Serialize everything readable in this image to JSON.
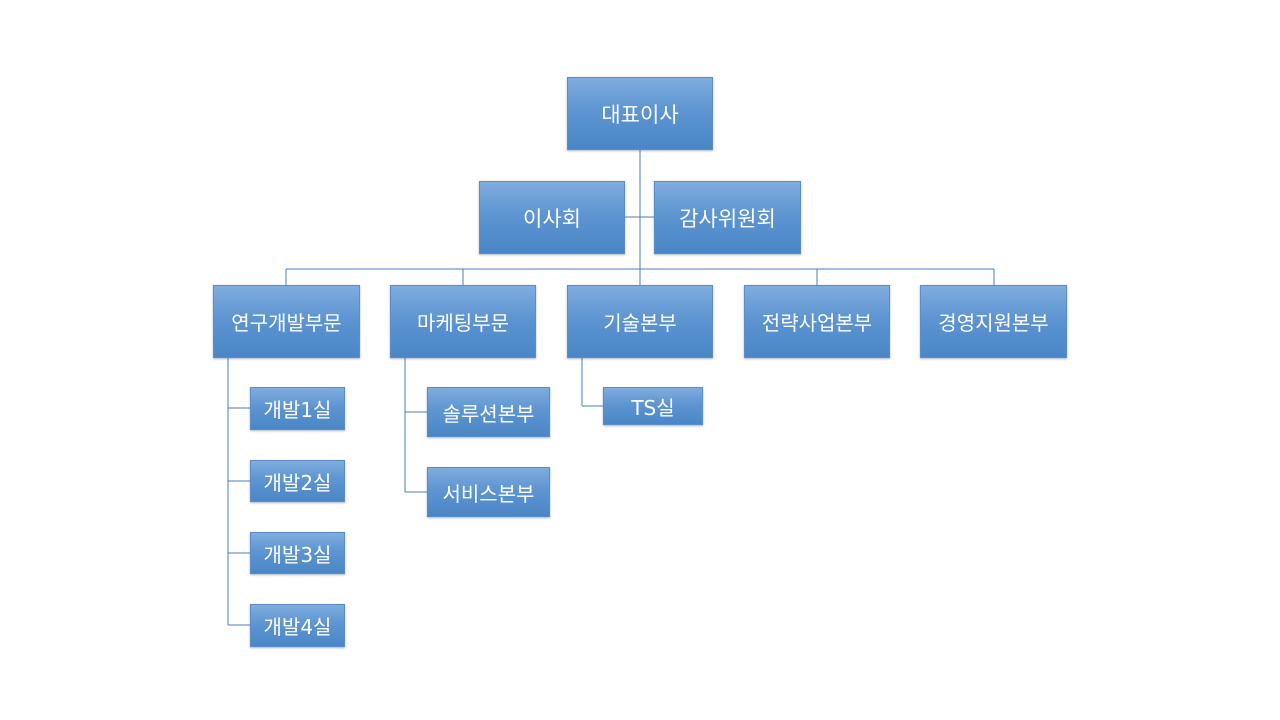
{
  "org_chart": {
    "ceo": "대표이사",
    "assistants": {
      "board": "이사회",
      "audit_committee": "감사위원회"
    },
    "divisions": [
      {
        "label": "연구개발부문",
        "children": [
          "개발1실",
          "개발2실",
          "개발3실",
          "개발4실"
        ]
      },
      {
        "label": "마케팅부문",
        "children": [
          "솔루션본부",
          "서비스본부"
        ]
      },
      {
        "label": "기술본부",
        "children": [
          "TS실"
        ]
      },
      {
        "label": "전략사업본부",
        "children": []
      },
      {
        "label": "경영지원본부",
        "children": []
      }
    ]
  },
  "colors": {
    "box_fill_top": "#7fadde",
    "box_fill_bottom": "#4a86c6",
    "box_text": "#ffffff",
    "connector": "#4a7ebb"
  }
}
